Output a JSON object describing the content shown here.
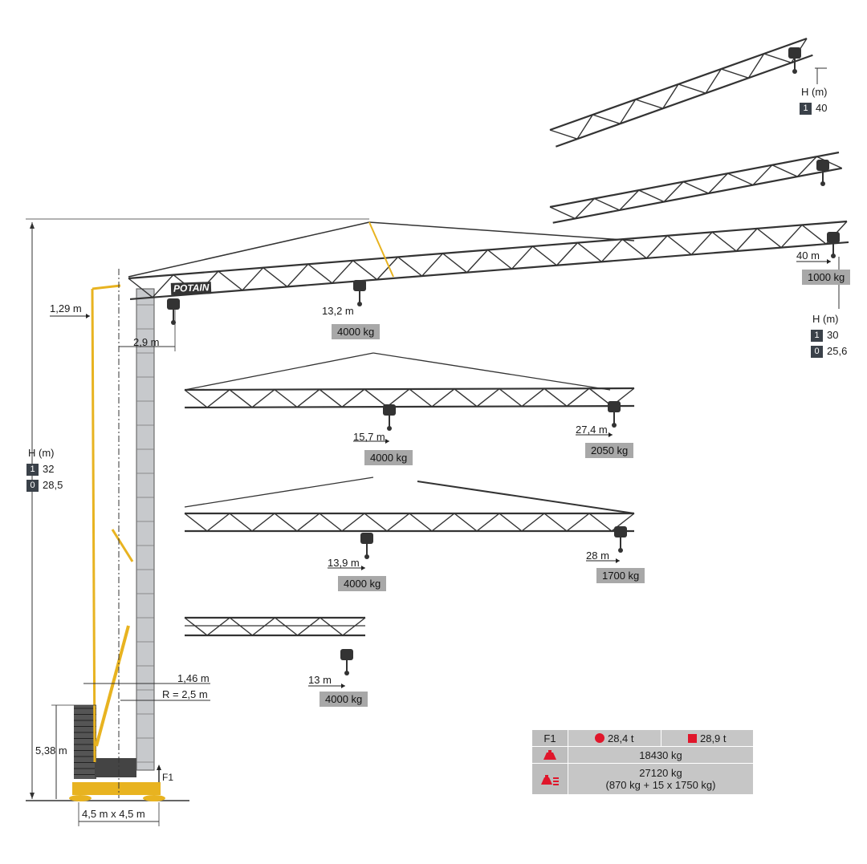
{
  "colors": {
    "yellow": "#e8b320",
    "lattice": "#333333",
    "red": "#e0162b",
    "dark_badge": "#3a4149",
    "load_box": "#a8a8a8"
  },
  "configs": {
    "steep": {
      "height_label": "H (m)",
      "rows": [
        {
          "badge": "1",
          "value": "40"
        }
      ]
    },
    "main": {
      "max_radius": "40 m",
      "max_radius_load": "1000 kg",
      "mid_radius": "13,2 m",
      "mid_radius_load": "4000 kg",
      "height_label": "H (m)",
      "rows": [
        {
          "badge": "1",
          "value": "30"
        },
        {
          "badge": "0",
          "value": "25,6"
        }
      ]
    },
    "c274": {
      "mid_radius": "15,7 m",
      "mid_load": "4000 kg",
      "tip_radius": "27,4 m",
      "tip_load": "2050 kg"
    },
    "c28": {
      "mid_radius": "13,9 m",
      "mid_load": "4000 kg",
      "tip_radius": "28 m",
      "tip_load": "1700 kg"
    },
    "c13": {
      "radius": "13 m",
      "load": "4000 kg"
    }
  },
  "dimensions": {
    "offset_top": "1,29 m",
    "offset_mast": "2,9 m",
    "height_label": "H (m)",
    "height_rows": [
      {
        "badge": "1",
        "value": "32"
      },
      {
        "badge": "0",
        "value": "28,5"
      }
    ],
    "ballast_offset": "1,46 m",
    "slew_radius": "R = 2,5 m",
    "base_height": "5,38 m",
    "base_size": "4,5 m x 4,5 m",
    "force_label": "F1"
  },
  "brand": "POTAIN",
  "table": {
    "force_label": "F1",
    "circle_value": "28,4 t",
    "square_value": "28,9 t",
    "weight_icon": "crane-weight-icon",
    "ballast_icon": "ballast-weight-icon",
    "weight": "18430 kg",
    "ballast_line1": "27120 kg",
    "ballast_line2": "(870 kg + 15 x 1750 kg)"
  }
}
